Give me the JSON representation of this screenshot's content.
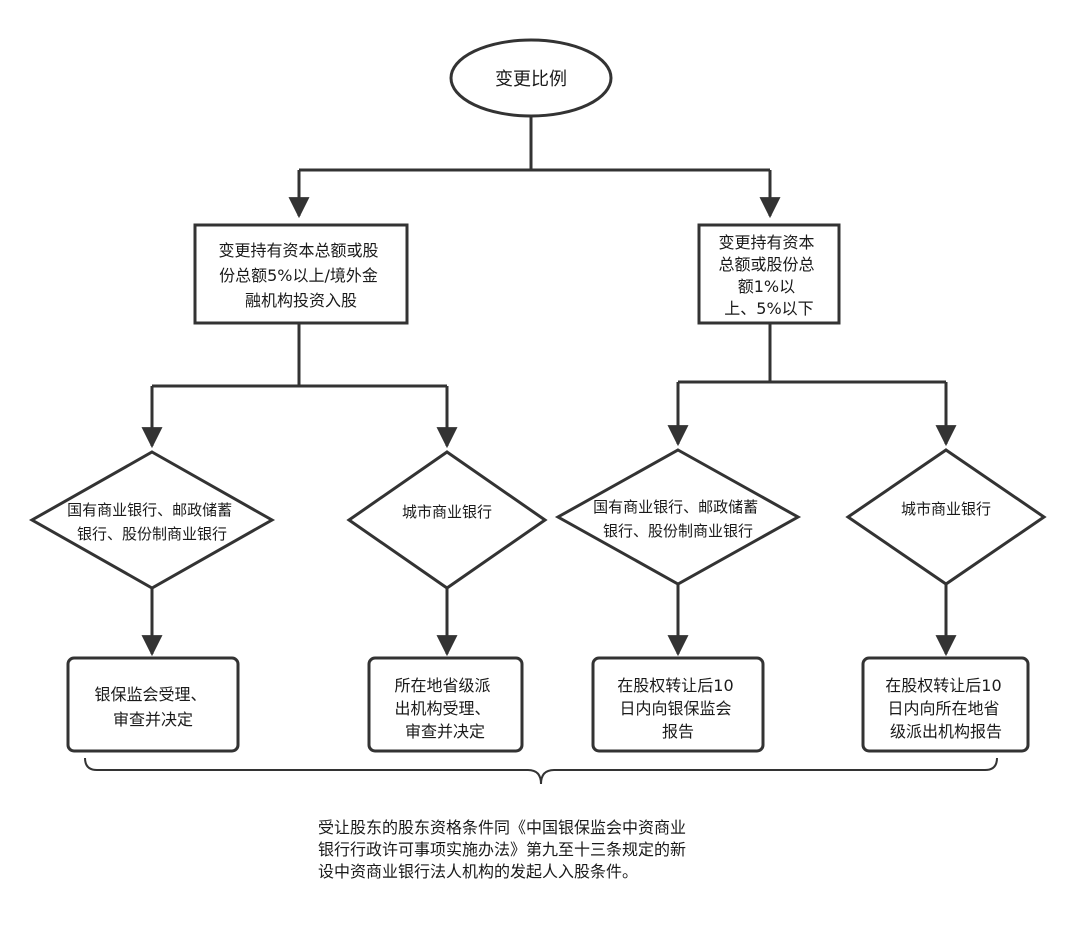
{
  "start": {
    "label": "变更比例"
  },
  "branches": {
    "left": {
      "condition": [
        "变更持有资本总额或股",
        "份总额5%以上/境外金",
        "融机构投资入股"
      ],
      "bank_types": {
        "a": [
          "国有商业银行、邮政储蓄",
          "银行、股份制商业银行"
        ],
        "b": [
          "城市商业银行"
        ]
      },
      "outcomes": {
        "a": [
          "银保监会受理、",
          "审查并决定"
        ],
        "b": [
          "所在地省级派",
          "出机构受理、",
          "审查并决定"
        ]
      }
    },
    "right": {
      "condition": [
        "变更持有资本",
        "总额或股份总",
        "额1%以",
        "上、5%以下"
      ],
      "bank_types": {
        "a": [
          "国有商业银行、邮政储蓄",
          "银行、股份制商业银行"
        ],
        "b": [
          "城市商业银行"
        ]
      },
      "outcomes": {
        "a": [
          "在股权转让后10",
          "日内向银保监会",
          "报告"
        ],
        "b": [
          "在股权转让后10",
          "日内向所在地省",
          "级派出机构报告"
        ]
      }
    }
  },
  "footnote": {
    "lines": [
      "受让股东的股东资格条件同《中国银保监会中资商业",
      "银行行政许可事项实施办法》第九至十三条规定的新",
      "设中资商业银行法人机构的发起人入股条件。"
    ]
  },
  "colors": {
    "stroke": "#333333",
    "text": "#1a1a1a",
    "background": "#ffffff"
  }
}
